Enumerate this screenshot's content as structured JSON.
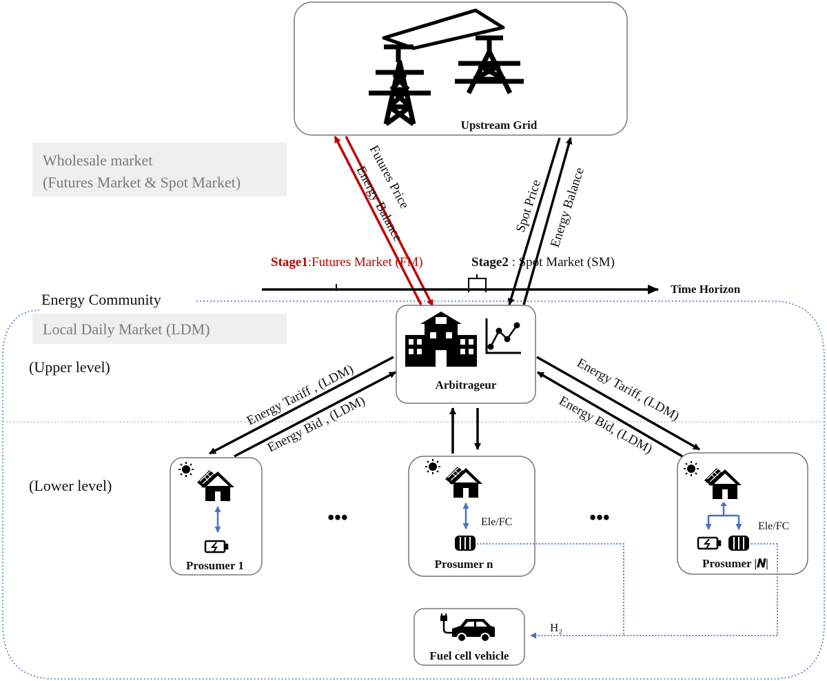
{
  "upstream": {
    "title": "Upstream Grid"
  },
  "wholesale": {
    "line1": "Wholesale market",
    "line2": "(Futures Market & Spot Market)"
  },
  "futures_arrows": {
    "price": "Futures Price",
    "balance": "Energy Balance"
  },
  "spot_arrows": {
    "price": "Spot Price",
    "balance": "Energy Balance"
  },
  "stages": {
    "stage1_bold": "Stage1",
    "stage1_rest": ":Futures Market (FM)",
    "stage2_bold": "Stage2",
    "stage2_rest": " : Spot Market (SM)"
  },
  "timeline": {
    "label": "Time Horizon"
  },
  "community": {
    "label": "Energy Community",
    "ldm": "Local Daily Market (LDM)"
  },
  "levels": {
    "upper": "(Upper level)",
    "lower": "(Lower level)"
  },
  "arbitrageur": {
    "label": "Arbitrageur"
  },
  "left_arrows": {
    "tariff": "Energy Tariff , (LDM)",
    "bid": "Energy Bid , (LDM)"
  },
  "right_arrows": {
    "tariff": "Energy Tariff, (LDM)",
    "bid": "Energy Bid, (LDM)"
  },
  "prosumers": [
    {
      "label": "Prosumer 1"
    },
    {
      "label": "Prosumer n",
      "device": "Ele/FC"
    },
    {
      "label": "Prosumer |𝑵|",
      "device": "Ele/FC"
    }
  ],
  "ellipsis": "•••",
  "vehicle": {
    "label": "Fuel cell vehicle",
    "h2": "H₂"
  },
  "colors": {
    "red": "#c00000",
    "blue": "#4472c4",
    "black": "#000000"
  }
}
